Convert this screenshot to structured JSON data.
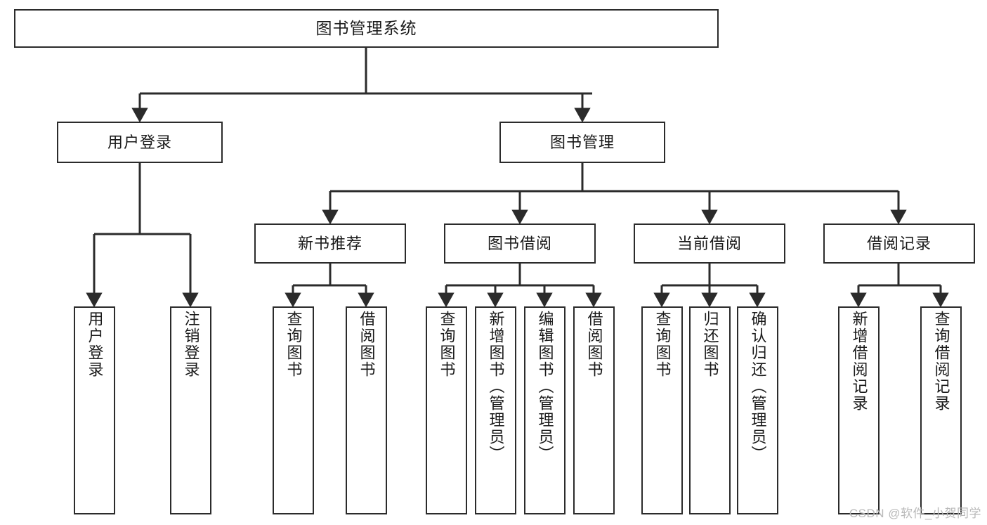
{
  "diagram": {
    "title": "图书管理系统",
    "type": "tree-hierarchy",
    "watermark": "CSDN @软件_小贺同学",
    "colors": {
      "background": "#ffffff",
      "node_border": "#2b2b2b",
      "node_fill": "#ffffff",
      "edge": "#2b2b2b",
      "text": "#1a1a1a",
      "watermark": "#b9b9b9"
    },
    "levels": {
      "root": {
        "label": "图书管理系统"
      },
      "level2": [
        {
          "label": "用户登录"
        },
        {
          "label": "图书管理"
        }
      ],
      "level3": [
        {
          "label": "新书推荐"
        },
        {
          "label": "图书借阅"
        },
        {
          "label": "当前借阅"
        },
        {
          "label": "借阅记录"
        }
      ],
      "leaves": {
        "user_login": [
          {
            "label": "用户登录"
          },
          {
            "label": "注销登录"
          }
        ],
        "new_book": [
          {
            "label": "查询图书"
          },
          {
            "label": "借阅图书"
          }
        ],
        "book_borrow": [
          {
            "label": "查询图书"
          },
          {
            "label": "新增图书（管理员）"
          },
          {
            "label": "编辑图书（管理员）"
          },
          {
            "label": "借阅图书"
          }
        ],
        "current_borrow": [
          {
            "label": "查询图书"
          },
          {
            "label": "归还图书"
          },
          {
            "label": "确认归还（管理员）"
          }
        ],
        "borrow_record": [
          {
            "label": "新增借阅记录"
          },
          {
            "label": "查询借阅记录"
          }
        ]
      }
    }
  }
}
